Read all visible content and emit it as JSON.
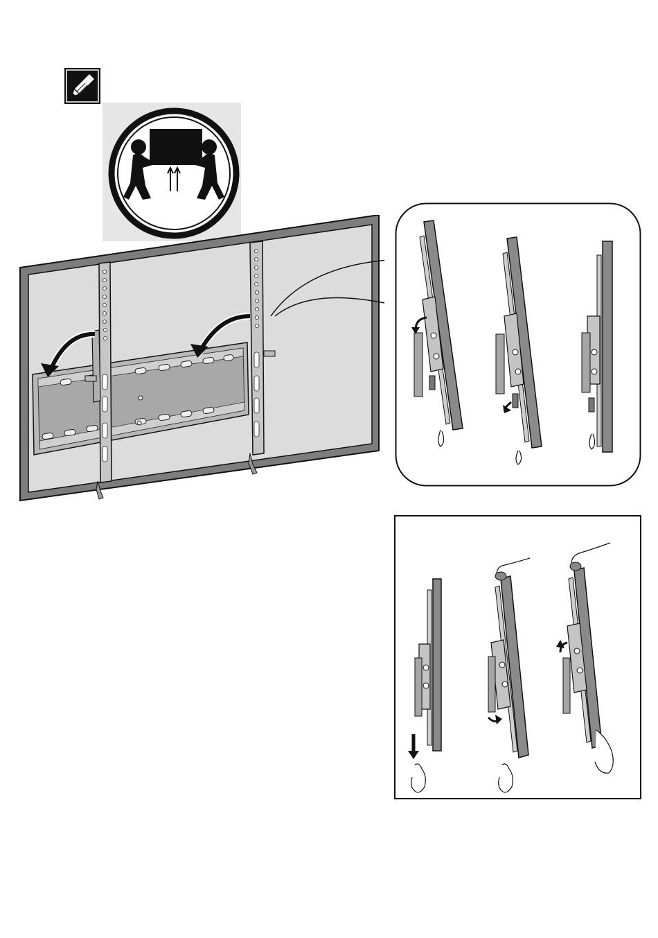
{
  "page": {
    "background": "#ffffff"
  },
  "icons": {
    "note": "pencil-note-icon",
    "two_person_lift": "two-person-lift-icon"
  },
  "illustrations": {
    "step_mount": "tv-mounting-bracket-illustration",
    "detail_lock": "bracket-latch-detail-illustration",
    "detail_release": "bracket-release-detail-illustration"
  },
  "colors": {
    "ink": "#111111",
    "tv_frame": "#7d7d7d",
    "wall_panel": "#dcdcdc",
    "metal": "#b8b8b8",
    "metal_dark": "#8e8e8e"
  }
}
